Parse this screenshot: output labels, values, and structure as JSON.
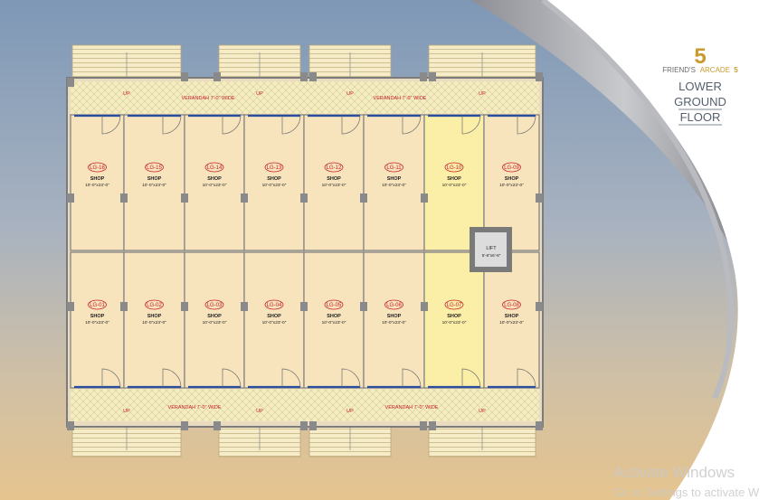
{
  "brand": {
    "logo_digit": "5",
    "name_prefix": "FRIEND'S",
    "name_suffix": "ARCADE",
    "name_digit": "5",
    "title_lines": [
      "LOWER",
      "GROUND",
      "FLOOR"
    ]
  },
  "verandah_label": "VERANDAH 7'-0\" WIDE",
  "stair_label": "UP",
  "shop_label": "SHOP",
  "shops_top": [
    {
      "id": "LG-16",
      "size": "10'-0\"x23'-0\""
    },
    {
      "id": "LG-15",
      "size": "10'-0\"x23'-0\""
    },
    {
      "id": "LG-14",
      "size": "10'-0\"x23'-0\""
    },
    {
      "id": "LG-13",
      "size": "10'-0\"x23'-0\""
    },
    {
      "id": "LG-12",
      "size": "10'-0\"x23'-0\""
    },
    {
      "id": "LG-11",
      "size": "10'-0\"x23'-0\""
    },
    {
      "id": "LG-10",
      "size": "10'-0\"x23'-0\""
    },
    {
      "id": "LG-09",
      "size": "10'-0\"x23'-0\""
    }
  ],
  "shops_bottom": [
    {
      "id": "LG-01",
      "size": "10'-0\"x23'-0\""
    },
    {
      "id": "LG-02",
      "size": "10'-0\"x23'-0\""
    },
    {
      "id": "LG-03",
      "size": "10'-0\"x23'-0\""
    },
    {
      "id": "LG-04",
      "size": "10'-0\"x23'-0\""
    },
    {
      "id": "LG-05",
      "size": "10'-0\"x23'-0\""
    },
    {
      "id": "LG-06",
      "size": "10'-0\"x23'-0\""
    },
    {
      "id": "LG-07",
      "size": "10'-0\"x23'-0\""
    },
    {
      "id": "LG-08",
      "size": "10'-0\"x23'-0\""
    }
  ],
  "lift": {
    "label": "LIFT",
    "size": "5'-6\"x6'-6\""
  },
  "watermark": {
    "line1": "Activate Windows",
    "line2": "Go to Settings to activate W"
  },
  "colors": {
    "shop_fill": "#f7e4bd",
    "shop_fill_highlight": "#fbefa8",
    "shop_id_red": "#c8202a",
    "door_blue": "#2a4fa0",
    "brand_gold": "#c99a2e"
  }
}
